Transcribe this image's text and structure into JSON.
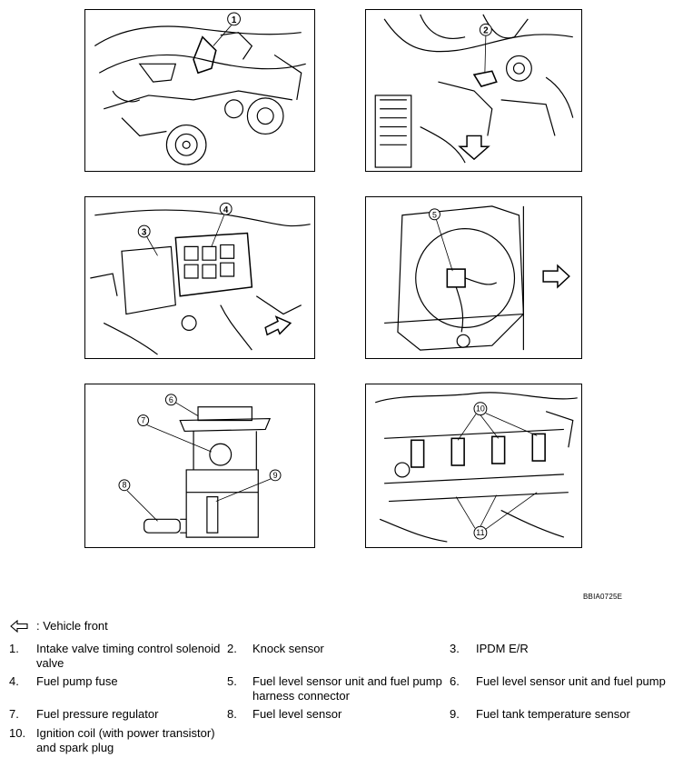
{
  "figure_code": "BBIA0725E",
  "callouts": [
    "1",
    "2",
    "3",
    "4",
    "5",
    "6",
    "7",
    "8",
    "9",
    "10",
    "11"
  ],
  "front_label": ": Vehicle front",
  "legend": [
    {
      "num": "1.",
      "text": "Intake valve timing control solenoid valve"
    },
    {
      "num": "2.",
      "text": "Knock sensor"
    },
    {
      "num": "3.",
      "text": "IPDM E/R"
    },
    {
      "num": "4.",
      "text": "Fuel pump fuse"
    },
    {
      "num": "5.",
      "text": "Fuel level sensor unit and fuel pump harness connector"
    },
    {
      "num": "6.",
      "text": "Fuel level sensor unit and fuel pump"
    },
    {
      "num": "7.",
      "text": "Fuel pressure regulator"
    },
    {
      "num": "8.",
      "text": "Fuel level sensor"
    },
    {
      "num": "9.",
      "text": "Fuel tank temperature sensor"
    },
    {
      "num": "10.",
      "text": "Ignition coil (with power transistor) and spark plug"
    }
  ]
}
